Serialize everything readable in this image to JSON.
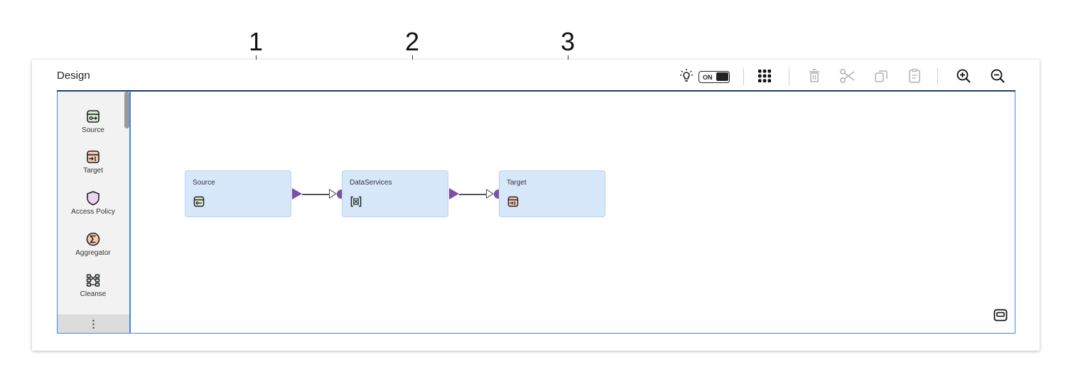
{
  "callouts": [
    "1",
    "2",
    "3"
  ],
  "panel": {
    "title": "Design"
  },
  "toolbar": {
    "toggle_label": "ON",
    "icons": [
      "lightbulb-icon",
      "grid-icon",
      "delete-icon",
      "cut-icon",
      "copy-icon",
      "paste-icon",
      "zoom-in-icon",
      "zoom-out-icon"
    ]
  },
  "palette": {
    "items": [
      {
        "label": "Source",
        "icon": "source-icon"
      },
      {
        "label": "Target",
        "icon": "target-icon"
      },
      {
        "label": "Access Policy",
        "icon": "shield-icon"
      },
      {
        "label": "Aggregator",
        "icon": "sigma-icon"
      },
      {
        "label": "Cleanse",
        "icon": "cleanse-icon"
      }
    ],
    "more_label": "⋮"
  },
  "nodes": [
    {
      "title": "Source",
      "icon": "source-icon"
    },
    {
      "title": "DataServices",
      "icon": "dataservices-icon"
    },
    {
      "title": "Target",
      "icon": "target-icon"
    }
  ],
  "colors": {
    "accent": "#3d8ae0",
    "header_rule": "#1f3d6b",
    "node_fill": "#d7e8fb",
    "port": "#7d4fa6"
  }
}
